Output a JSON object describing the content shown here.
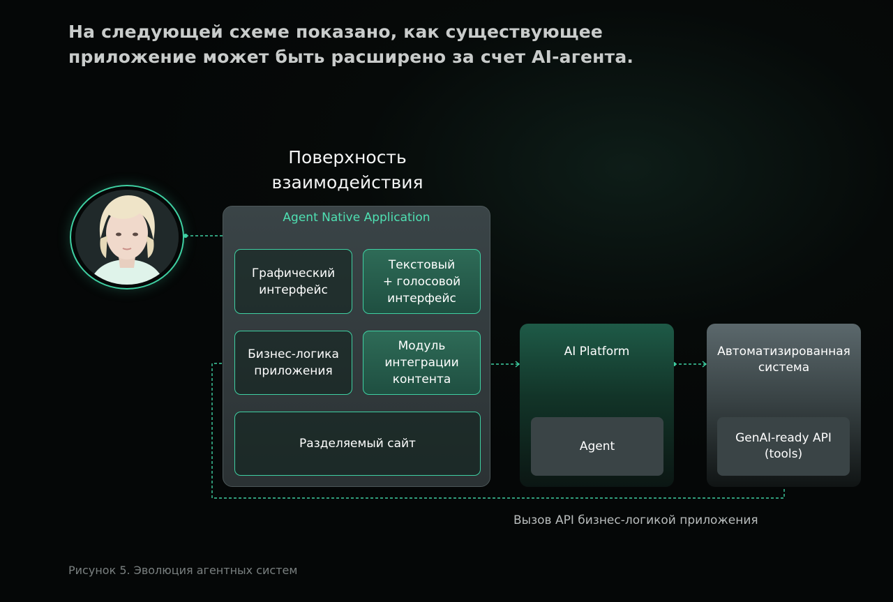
{
  "intro": {
    "line1": "На следующей схеме показано, как существующее",
    "line2": "приложение может быть расширено за счет AI-агента."
  },
  "surface": {
    "title_line1": "Поверхность",
    "title_line2": "взаимодействия"
  },
  "app": {
    "title": "Agent Native Application",
    "gui_line1": "Графический",
    "gui_line2": "интерфейс",
    "text_voice_line1": "Текстовый",
    "text_voice_line2": "+ голосовой",
    "text_voice_line3": "интерфейс",
    "business_line1": "Бизнес-логика",
    "business_line2": "приложения",
    "integration_line1": "Модуль",
    "integration_line2": "интеграции",
    "integration_line3": "контента",
    "shared_site": "Разделяемый сайт"
  },
  "platform": {
    "title": "AI Platform",
    "agent": "Agent"
  },
  "auto_system": {
    "title_line1": "Автоматизированная",
    "title_line2": "система",
    "api_line1": "GenAI-ready API",
    "api_line2": "(tools)"
  },
  "api_caption": "Вызов API бизнес-логикой приложения",
  "figure_caption": "Рисунок 5. Эволюция агентных систем",
  "colors": {
    "accent": "#3fd1a3",
    "background": "#050707",
    "panel": "#2f3739",
    "platform": "#1e5a47"
  }
}
